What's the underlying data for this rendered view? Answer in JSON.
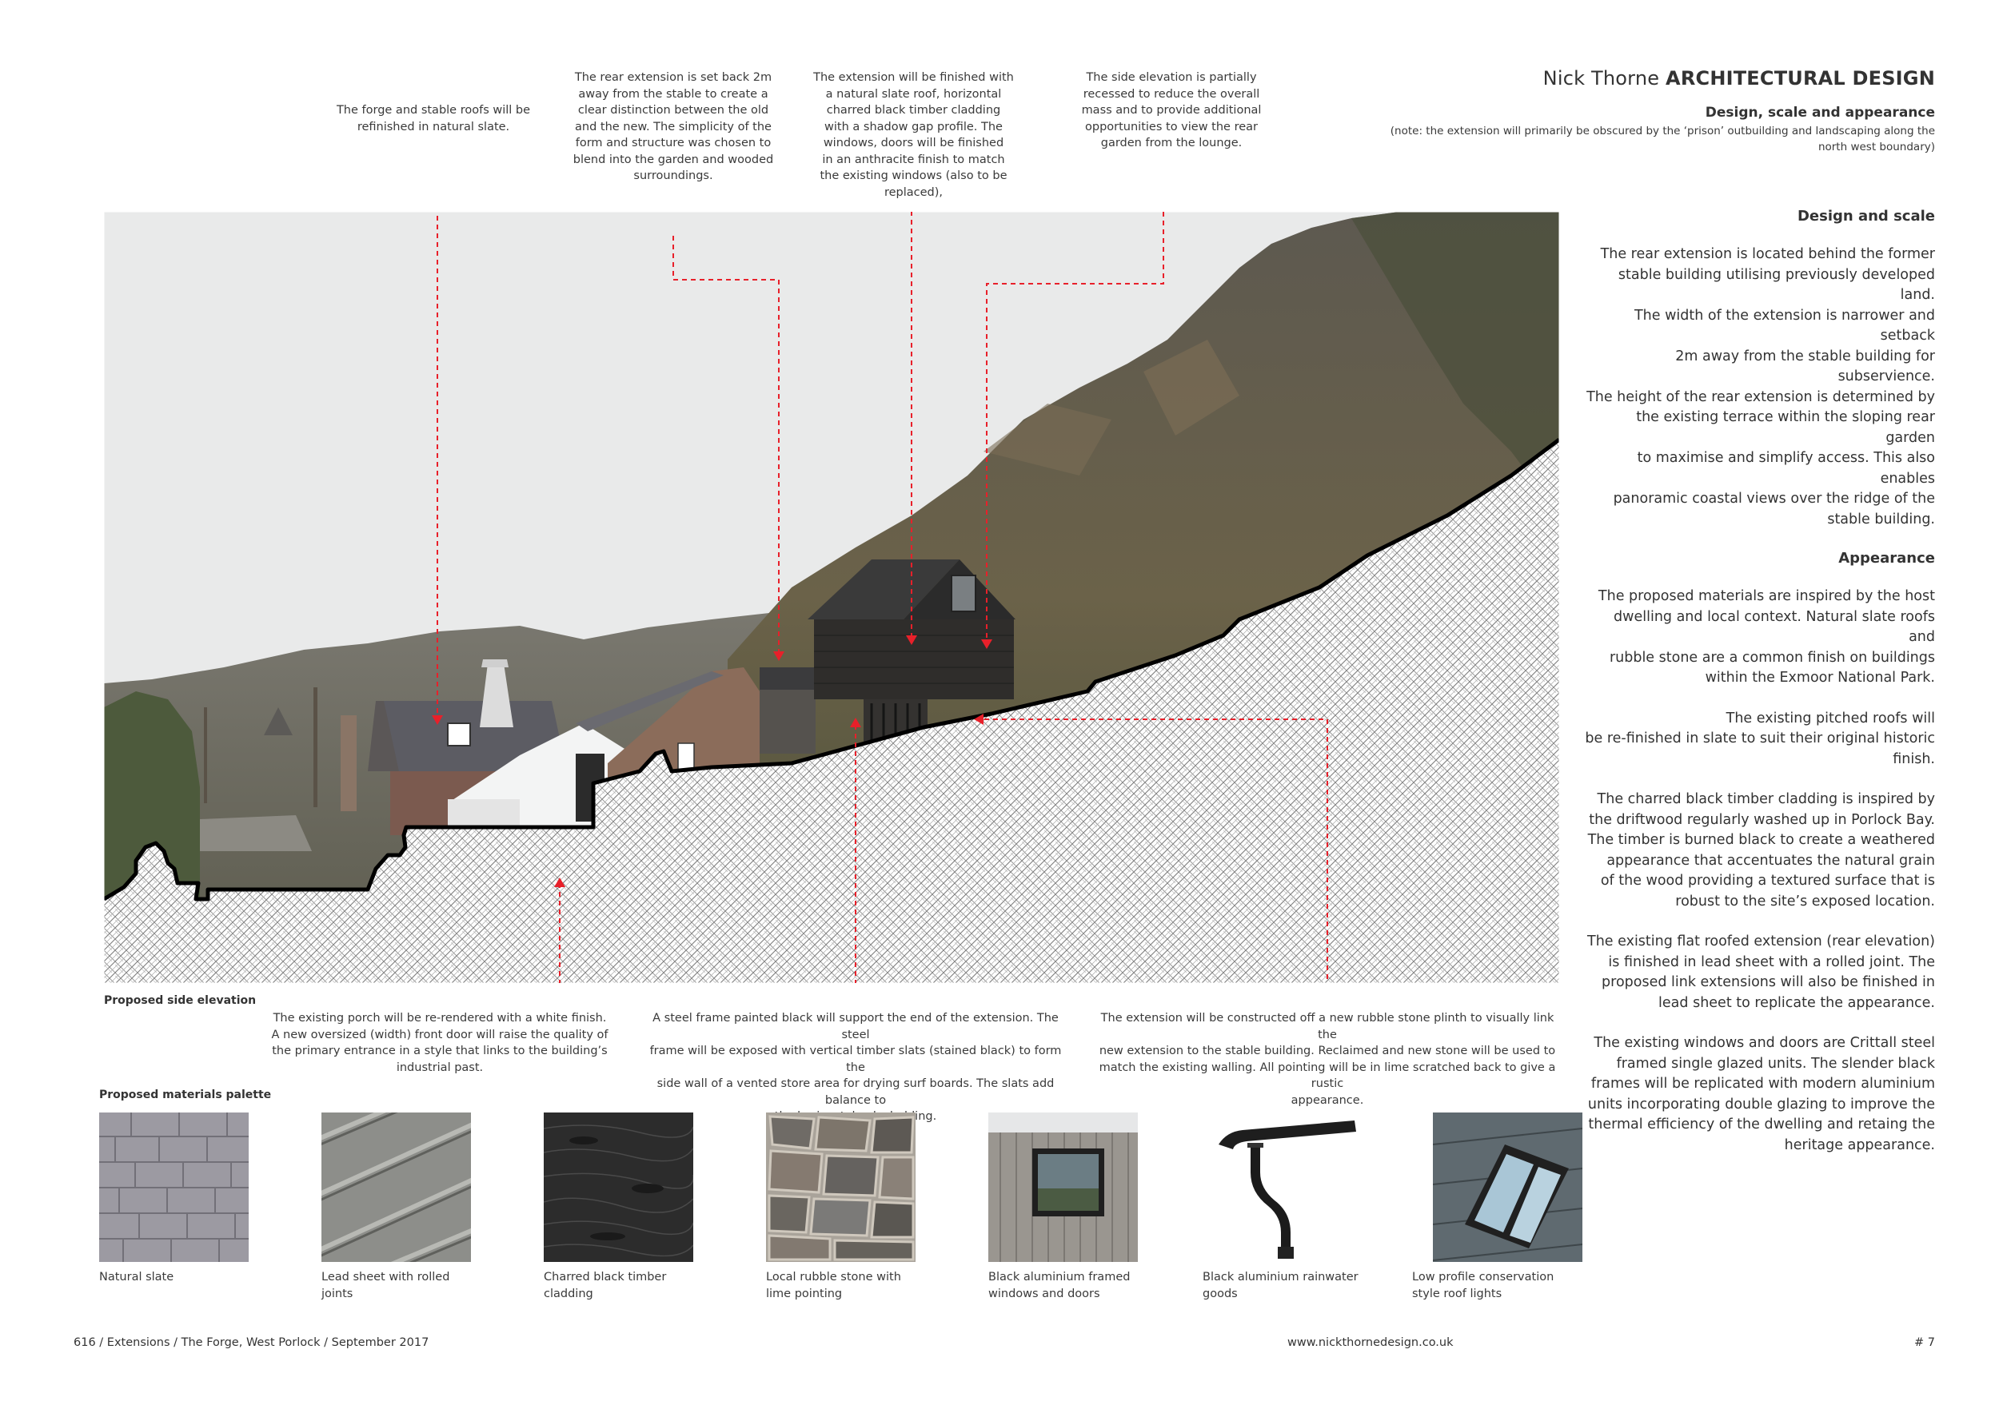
{
  "header": {
    "brand_light": "Nick Thorne",
    "brand_bold": "ARCHITECTURAL DESIGN",
    "subtitle": "Design, scale and appearance",
    "subnote": "(note: the extension will primarily be obscured by the ‘prison’ outbuilding and landscaping along the  north west boundary)"
  },
  "annotations": {
    "top": [
      "The forge and stable roofs will be\nrefinished in natural slate.",
      "The rear extension is set back 2m\naway from the stable to create a\nclear distinction between the old\nand the new. The simplicity of the\nform and structure was chosen to\nblend into the garden and wooded\nsurroundings.",
      "The extension will be finished with\na natural slate roof, horizontal\ncharred black timber cladding\nwith a shadow gap profile. The\nwindows, doors will be finished\nin an anthracite finish to match\nthe existing windows (also to be\nreplaced),",
      "The side elevation is partially\nrecessed to reduce the overall\nmass and to provide additional\nopportunities to view the rear\ngarden from the lounge."
    ],
    "bottom": [
      "The  existing porch will be re-rendered with a white finish.\nA new oversized (width) front door will raise the quality of\nthe primary entrance in a style that links to the building’s\nindustrial past.",
      "A steel frame painted black will support the end of the extension. The steel\nframe will be exposed  with vertical timber slats (stained black) to form the\nside wall of a vented store area for drying surf boards. The slats add balance to\nthe horizontal oak cladding.",
      "The extension will be constructed off a new rubble stone plinth to visually link the\nnew extension to the stable building. Reclaimed and new stone will be used to\nmatch the existing walling. All pointing will be in lime scratched back to give a rustic\nappearance."
    ]
  },
  "elevation_caption": "Proposed side elevation",
  "side_text": {
    "heading1": "Design and scale",
    "para1": "The rear extension is located behind the former\nstable building utilising previously developed land.\nThe width of the extension is narrower and setback\n2m away from the stable building for subservience.\nThe height of the rear extension is determined by\nthe existing terrace within the sloping rear garden\nto maximise and simplify access. This also enables\npanoramic coastal views over the ridge of the\nstable building.",
    "heading2": "Appearance",
    "para2": "The proposed materials are inspired by the host\ndwelling and local context. Natural slate roofs and\nrubble stone are a common finish on buildings\nwithin the Exmoor National Park.",
    "para3": "The existing pitched roofs will\nbe re-finished in slate to suit their original historic\nfinish.",
    "para4": "The charred black timber cladding is inspired by\nthe driftwood regularly washed up in  Porlock Bay.\nThe timber is burned black to create a weathered\nappearance that accentuates the natural grain\nof the wood providing a textured surface that is\nrobust to the site’s exposed location.",
    "para5": "The existing flat roofed extension (rear elevation)\nis finished in lead sheet with a rolled joint. The\nproposed link extensions will also be finished in\nlead sheet to replicate the appearance.",
    "para6": "The existing windows and doors are Crittall steel\nframed single glazed units. The slender black\nframes will be replicated with modern aluminium\nunits incorporating double glazing to improve the\nthermal efficiency of the dwelling and retaing the\nheritage appearance."
  },
  "palette": {
    "title": "Proposed materials palette",
    "items": [
      {
        "label": "Natural slate",
        "icon": "slate-tiles"
      },
      {
        "label": "Lead sheet with rolled\njoints",
        "icon": "lead-sheet"
      },
      {
        "label": "Charred black timber\ncladding",
        "icon": "charred-timber"
      },
      {
        "label": "Local rubble stone with\nlime pointing",
        "icon": "rubble-stone"
      },
      {
        "label": "Black aluminium framed\nwindows and doors",
        "icon": "aluminium-window"
      },
      {
        "label": "Black aluminium rainwater\ngoods",
        "icon": "rainwater-goods"
      },
      {
        "label": "Low profile conservation\nstyle roof lights",
        "icon": "roof-light"
      }
    ]
  },
  "footer": {
    "left": "616 / Extensions / The Forge, West Porlock / September 2017",
    "mid": "www.nickthornedesign.co.uk",
    "right": "# 7"
  },
  "colors": {
    "annotation_line": "#e8202a",
    "sky": "#e9eaea",
    "hillside": "#5e5a4c",
    "ground_hatch": "#9a9a9a"
  }
}
